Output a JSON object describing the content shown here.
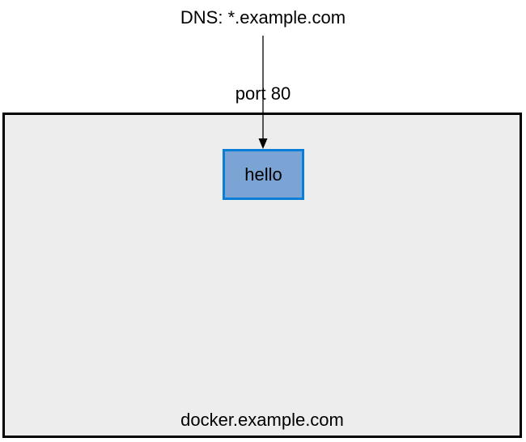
{
  "diagram": {
    "dns_label": "DNS: *.example.com",
    "port_label": "port 80",
    "host": {
      "label": "docker.example.com"
    },
    "service": {
      "label": "hello"
    }
  },
  "colors": {
    "host_fill": "#ededed",
    "host_border": "#000000",
    "service_fill": "#7ba3d3",
    "service_border": "#0a7ed6",
    "arrow": "#000000"
  }
}
